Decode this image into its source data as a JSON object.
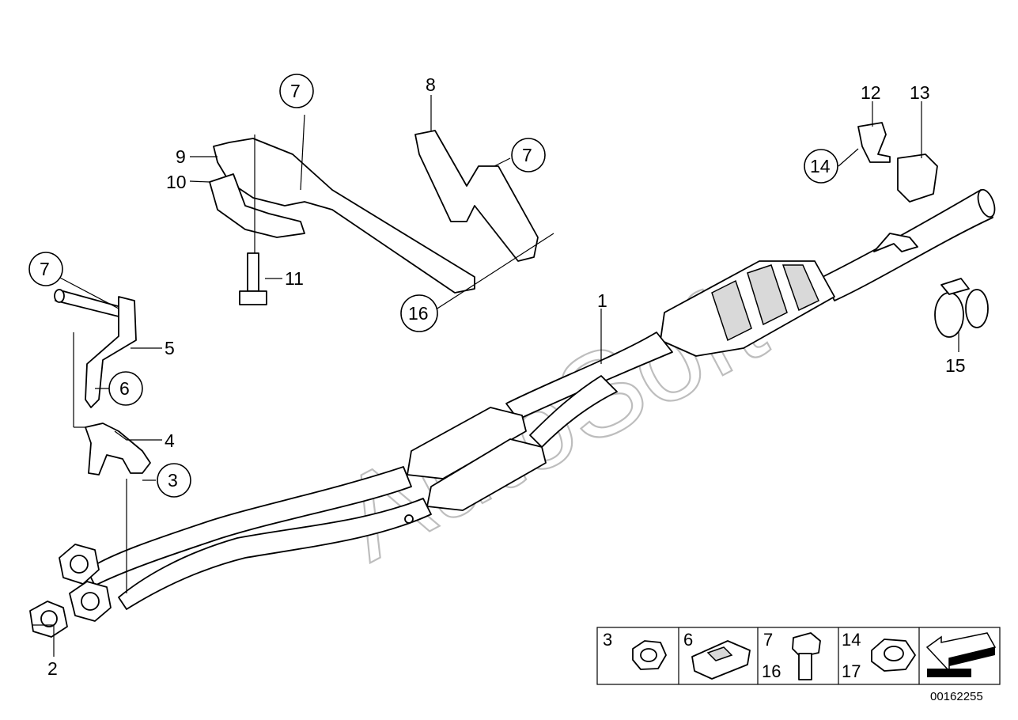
{
  "watermark": "AutoSoft",
  "diagram_number": "00162255",
  "callouts": {
    "c1": "1",
    "c2": "2",
    "c3": "3",
    "c4": "4",
    "c5": "5",
    "c6": "6",
    "c7a": "7",
    "c7b": "7",
    "c7c": "7",
    "c8": "8",
    "c9": "9",
    "c10": "10",
    "c11": "11",
    "c12": "12",
    "c13": "13",
    "c14": "14",
    "c15": "15",
    "c16": "16"
  },
  "legend": {
    "cell1": {
      "top": "3"
    },
    "cell2": {
      "top": "6"
    },
    "cell3": {
      "top": "7",
      "bottom": "16"
    },
    "cell4": {
      "top": "14",
      "bottom": "17"
    }
  },
  "icons": [
    "nut-icon",
    "clip-nut-icon",
    "bolt-icon",
    "hex-nut-icon",
    "direction-arrow-icon"
  ]
}
